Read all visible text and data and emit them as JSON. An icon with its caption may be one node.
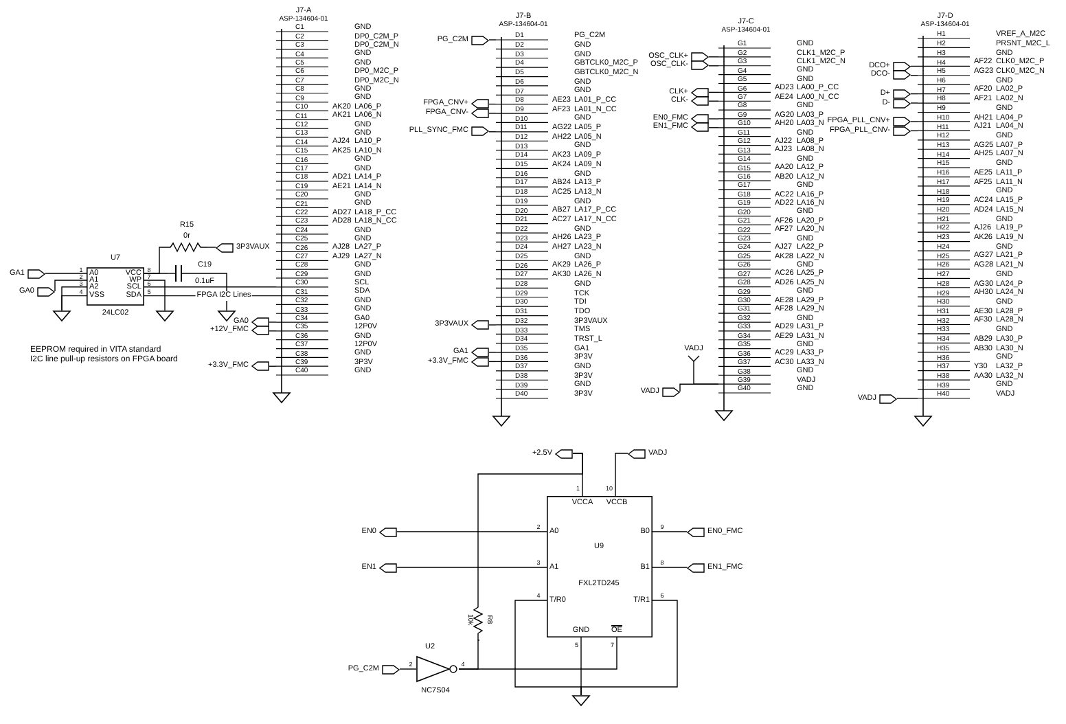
{
  "diagram": {
    "nodes": [
      {
        "text": [
          "J7-A",
          "ASP-134604-01"
        ]
      },
      {
        "text": [
          "J7-B",
          "ASP-134604-01"
        ]
      },
      {
        "text": [
          "J7-C",
          "ASP-134604-01"
        ]
      },
      {
        "text": [
          "J7-D",
          "ASP-134604-01"
        ]
      },
      {
        "text": [
          "U7",
          "A0",
          "A1",
          "A2",
          "VSS",
          "VCC",
          "WP",
          "SCL",
          "SDA",
          "24LC02"
        ],
        "beside": [
          "1",
          "2",
          "3",
          "4",
          "8",
          "7",
          "6",
          "5"
        ]
      },
      {
        "text": [
          "R15",
          "0r"
        ]
      },
      {
        "text": [
          "C19",
          "0.1uF"
        ]
      },
      {
        "text": [
          "GA1"
        ]
      },
      {
        "text": [
          "GA0"
        ]
      },
      {
        "text": [
          "3P3VAUX"
        ]
      },
      {
        "text": [
          "GA0"
        ]
      },
      {
        "text": [
          "+12V_FMC"
        ]
      },
      {
        "text": [
          "+3.3V_FMC"
        ]
      },
      {
        "text": [
          "PG_C2M"
        ]
      },
      {
        "text": [
          "FPGA_CNV+"
        ]
      },
      {
        "text": [
          "FPGA_CNV-"
        ]
      },
      {
        "text": [
          "PLL_SYNC_FMC"
        ]
      },
      {
        "text": [
          "3P3VAUX"
        ]
      },
      {
        "text": [
          "GA1"
        ]
      },
      {
        "text": [
          "+3.3V_FMC"
        ]
      },
      {
        "text": [
          "OSC_CLK+"
        ]
      },
      {
        "text": [
          "OSC_CLK-"
        ]
      },
      {
        "text": [
          "CLK+"
        ]
      },
      {
        "text": [
          "CLK-"
        ]
      },
      {
        "text": [
          "EN0_FMC"
        ]
      },
      {
        "text": [
          "EN1_FMC"
        ]
      },
      {
        "text": [
          "VADJ"
        ]
      },
      {
        "text": [
          "VADJ"
        ]
      },
      {
        "text": [
          "DCO+"
        ]
      },
      {
        "text": [
          "DCO-"
        ]
      },
      {
        "text": [
          "D+"
        ]
      },
      {
        "text": [
          "D-"
        ]
      },
      {
        "text": [
          "FPGA_PLL_CNV+"
        ]
      },
      {
        "text": [
          "FPGA_PLL_CNV-"
        ]
      },
      {
        "text": [
          "VADJ"
        ]
      },
      {
        "text": [
          "VCCA",
          "VCCB",
          "A0",
          "B0",
          "U9",
          "A1",
          "B1",
          "FXL2TD245",
          "T/R0",
          "T/R1",
          "GND",
          "OE"
        ],
        "beside": [
          "1",
          "10",
          "2",
          "9",
          "3",
          "8",
          "4",
          "6",
          "5",
          "7"
        ]
      },
      {
        "text": [
          "+2.5V"
        ]
      },
      {
        "text": [
          "VADJ"
        ]
      },
      {
        "text": [
          "EN0"
        ]
      },
      {
        "text": [
          "EN1"
        ]
      },
      {
        "text": [
          "EN0_FMC"
        ]
      },
      {
        "text": [
          "EN1_FMC"
        ]
      },
      {
        "text": [
          "R8",
          "10k"
        ]
      },
      {
        "text": [
          "U2",
          "NC7S04"
        ],
        "beside": [
          "2",
          "4"
        ]
      },
      {
        "text": [
          "PG_C2M"
        ]
      },
      {
        "text": [],
        "shape": "ground"
      },
      {
        "text": [],
        "shape": "ground"
      },
      {
        "text": [],
        "shape": "ground"
      },
      {
        "text": [],
        "shape": "ground"
      }
    ],
    "edges": [
      {
        "from": 7,
        "to": 4,
        "arrow": "none"
      },
      {
        "from": 8,
        "to": 4,
        "arrow": "none"
      },
      {
        "from": 4,
        "to": 5,
        "arrow": "none"
      },
      {
        "from": 5,
        "to": 9,
        "arrow": "none"
      },
      {
        "from": 4,
        "to": 6,
        "arrow": "none"
      },
      {
        "from": 4,
        "to": 0,
        "arrow": "none",
        "label": "FPGA I2C Lines"
      },
      {
        "from": 4,
        "to": 0,
        "arrow": "none"
      },
      {
        "from": 10,
        "to": 0,
        "arrow": "none"
      },
      {
        "from": 11,
        "to": 0,
        "arrow": "none"
      },
      {
        "from": 12,
        "to": 0,
        "arrow": "none"
      },
      {
        "from": 13,
        "to": 1,
        "arrow": "none"
      },
      {
        "from": 14,
        "to": 1,
        "arrow": "none"
      },
      {
        "from": 15,
        "to": 1,
        "arrow": "none"
      },
      {
        "from": 16,
        "to": 1,
        "arrow": "none"
      },
      {
        "from": 17,
        "to": 1,
        "arrow": "none"
      },
      {
        "from": 18,
        "to": 1,
        "arrow": "none"
      },
      {
        "from": 19,
        "to": 1,
        "arrow": "none"
      },
      {
        "from": 20,
        "to": 2,
        "arrow": "none"
      },
      {
        "from": 21,
        "to": 2,
        "arrow": "none"
      },
      {
        "from": 22,
        "to": 2,
        "arrow": "none"
      },
      {
        "from": 23,
        "to": 2,
        "arrow": "none"
      },
      {
        "from": 24,
        "to": 2,
        "arrow": "none"
      },
      {
        "from": 25,
        "to": 2,
        "arrow": "none"
      },
      {
        "from": 26,
        "to": 2,
        "arrow": "none"
      },
      {
        "from": 27,
        "to": 2,
        "arrow": "none"
      },
      {
        "from": 28,
        "to": 3,
        "arrow": "none"
      },
      {
        "from": 29,
        "to": 3,
        "arrow": "none"
      },
      {
        "from": 30,
        "to": 3,
        "arrow": "none"
      },
      {
        "from": 31,
        "to": 3,
        "arrow": "none"
      },
      {
        "from": 32,
        "to": 3,
        "arrow": "none"
      },
      {
        "from": 33,
        "to": 3,
        "arrow": "none"
      },
      {
        "from": 34,
        "to": 3,
        "arrow": "none"
      },
      {
        "from": 36,
        "to": 35,
        "arrow": "none"
      },
      {
        "from": 37,
        "to": 35,
        "arrow": "none"
      },
      {
        "from": 38,
        "to": 35,
        "arrow": "none"
      },
      {
        "from": 39,
        "to": 35,
        "arrow": "none"
      },
      {
        "from": 35,
        "to": 40,
        "arrow": "none"
      },
      {
        "from": 35,
        "to": 41,
        "arrow": "none"
      },
      {
        "from": 36,
        "to": 42,
        "arrow": "none"
      },
      {
        "from": 42,
        "to": 43,
        "arrow": "none"
      },
      {
        "from": 44,
        "to": 43,
        "arrow": "none"
      },
      {
        "from": 43,
        "to": 35,
        "arrow": "none"
      },
      {
        "from": 4,
        "to": 45,
        "arrow": "none"
      },
      {
        "from": 4,
        "to": 45,
        "arrow": "none"
      },
      {
        "from": 4,
        "to": 46,
        "arrow": "none"
      },
      {
        "from": 6,
        "to": 47,
        "arrow": "none"
      },
      {
        "from": 35,
        "to": 48,
        "arrow": "none"
      },
      {
        "from": 35,
        "to": 48,
        "arrow": "none"
      },
      {
        "from": 35,
        "to": 48,
        "arrow": "none"
      }
    ],
    "labels": [
      "C1",
      "GND",
      "C2",
      "DP0_C2M_P",
      "C3",
      "DP0_C2M_N",
      "C4",
      "GND",
      "C5",
      "GND",
      "C6",
      "DP0_M2C_P",
      "C7",
      "DP0_M2C_N",
      "C8",
      "GND",
      "C9",
      "GND",
      "C10",
      "AK20",
      "LA06_P",
      "C11",
      "AK21",
      "LA06_N",
      "C12",
      "GND",
      "C13",
      "GND",
      "C14",
      "AJ24",
      "LA10_P",
      "C15",
      "AK25",
      "LA10_N",
      "C16",
      "GND",
      "C17",
      "GND",
      "C18",
      "AD21",
      "LA14_P",
      "C19",
      "AE21",
      "LA14_N",
      "C20",
      "GND",
      "C21",
      "GND",
      "C22",
      "AD27",
      "LA18_P_CC",
      "C23",
      "AD28",
      "LA18_N_CC",
      "C24",
      "GND",
      "C25",
      "GND",
      "C26",
      "AJ28",
      "LA27_P",
      "C27",
      "AJ29",
      "LA27_N",
      "C28",
      "GND",
      "C29",
      "GND",
      "C30",
      "SCL",
      "C31",
      "SDA",
      "C32",
      "GND",
      "C33",
      "GND",
      "C34",
      "GA0",
      "C35",
      "12P0V",
      "C36",
      "GND",
      "C37",
      "12P0V",
      "C38",
      "GND",
      "C39",
      "3P3V",
      "C40",
      "GND",
      "D1",
      "PG_C2M",
      "D2",
      "GND",
      "D3",
      "GND",
      "D4",
      "GBTCLK0_M2C_P",
      "D5",
      "GBTCLK0_M2C_N",
      "D6",
      "GND",
      "D7",
      "GND",
      "D8",
      "AE23",
      "LA01_P_CC",
      "D9",
      "AF23",
      "LA01_N_CC",
      "D10",
      "GND",
      "D11",
      "AG22",
      "LA05_P",
      "D12",
      "AH22",
      "LA05_N",
      "D13",
      "GND",
      "D14",
      "AK23",
      "LA09_P",
      "D15",
      "AK24",
      "LA09_N",
      "D16",
      "GND",
      "D17",
      "AB24",
      "LA13_P",
      "D18",
      "AC25",
      "LA13_N",
      "D19",
      "GND",
      "D20",
      "AB27",
      "LA17_P_CC",
      "D21",
      "AC27",
      "LA17_N_CC",
      "D22",
      "GND",
      "D23",
      "AH26",
      "LA23_P",
      "D24",
      "AH27",
      "LA23_N",
      "D25",
      "GND",
      "D26",
      "AK29",
      "LA26_P",
      "D27",
      "AK30",
      "LA26_N",
      "D28",
      "GND",
      "D29",
      "TCK",
      "D30",
      "TDI",
      "D31",
      "TDO",
      "D32",
      "3P3VAUX",
      "D33",
      "TMS",
      "D34",
      "TRST_L",
      "D35",
      "GA1",
      "D36",
      "3P3V",
      "D37",
      "GND",
      "D38",
      "3P3V",
      "D39",
      "GND",
      "D40",
      "3P3V",
      "G1",
      "GND",
      "G2",
      "CLK1_M2C_P",
      "G3",
      "CLK1_M2C_N",
      "G4",
      "GND",
      "G5",
      "GND",
      "G6",
      "AD23",
      "LA00_P_CC",
      "G7",
      "AE24",
      "LA00_N_CC",
      "G8",
      "GND",
      "G9",
      "AG20",
      "LA03_P",
      "G10",
      "AH20",
      "LA03_N",
      "G11",
      "GND",
      "G12",
      "AJ22",
      "LA08_P",
      "G13",
      "AJ23",
      "LA08_N",
      "G14",
      "GND",
      "G15",
      "AA20",
      "LA12_P",
      "G16",
      "AB20",
      "LA12_N",
      "G17",
      "GND",
      "G18",
      "AC22",
      "LA16_P",
      "G19",
      "AD22",
      "LA16_N",
      "G20",
      "GND",
      "G21",
      "AF26",
      "LA20_P",
      "G22",
      "AF27",
      "LA20_N",
      "G23",
      "GND",
      "G24",
      "AJ27",
      "LA22_P",
      "G25",
      "AK28",
      "LA22_N",
      "G26",
      "GND",
      "G27",
      "AC26",
      "LA25_P",
      "G28",
      "AD26",
      "LA25_N",
      "G29",
      "GND",
      "G30",
      "AE28",
      "LA29_P",
      "G31",
      "AF28",
      "LA29_N",
      "G32",
      "GND",
      "G33",
      "AD29",
      "LA31_P",
      "G34",
      "AE29",
      "LA31_N",
      "G35",
      "GND",
      "G36",
      "AC29",
      "LA33_P",
      "G37",
      "AC30",
      "LA33_N",
      "G38",
      "GND",
      "G39",
      "VADJ",
      "G40",
      "GND",
      "H1",
      "VREF_A_M2C",
      "H2",
      "PRSNT_M2C_L",
      "H3",
      "GND",
      "H4",
      "AF22",
      "CLK0_M2C_P",
      "H5",
      "AG23",
      "CLK0_M2C_N",
      "H6",
      "GND",
      "H7",
      "AF20",
      "LA02_P",
      "H8",
      "AF21",
      "LA02_N",
      "H9",
      "GND",
      "H10",
      "AH21",
      "LA04_P",
      "H11",
      "AJ21",
      "LA04_N",
      "H12",
      "GND",
      "H13",
      "AG25",
      "LA07_P",
      "H14",
      "AH25",
      "LA07_N",
      "H15",
      "GND",
      "H16",
      "AE25",
      "LA11_P",
      "H17",
      "AF25",
      "LA11_N",
      "H18",
      "GND",
      "H19",
      "AC24",
      "LA15_P",
      "H20",
      "AD24",
      "LA15_N",
      "H21",
      "GND",
      "H22",
      "AJ26",
      "LA19_P",
      "H23",
      "AK26",
      "LA19_N",
      "H24",
      "GND",
      "H25",
      "AG27",
      "LA21_P",
      "H26",
      "AG28",
      "LA21_N",
      "H27",
      "GND",
      "H28",
      "AG30",
      "LA24_P",
      "H29",
      "AH30",
      "LA24_N",
      "H30",
      "GND",
      "H31",
      "AE30",
      "LA28_P",
      "H32",
      "AF30",
      "LA28_N",
      "H33",
      "GND",
      "H34",
      "AB29",
      "LA30_P",
      "H35",
      "AB30",
      "LA30_N",
      "H36",
      "GND",
      "H37",
      "Y30",
      "LA32_P",
      "H38",
      "AA30",
      "LA32_N",
      "H39",
      "GND",
      "H40",
      "VADJ",
      "EEPROM required in VITA standard",
      "I2C line pull-up resistors on FPGA board"
    ]
  }
}
